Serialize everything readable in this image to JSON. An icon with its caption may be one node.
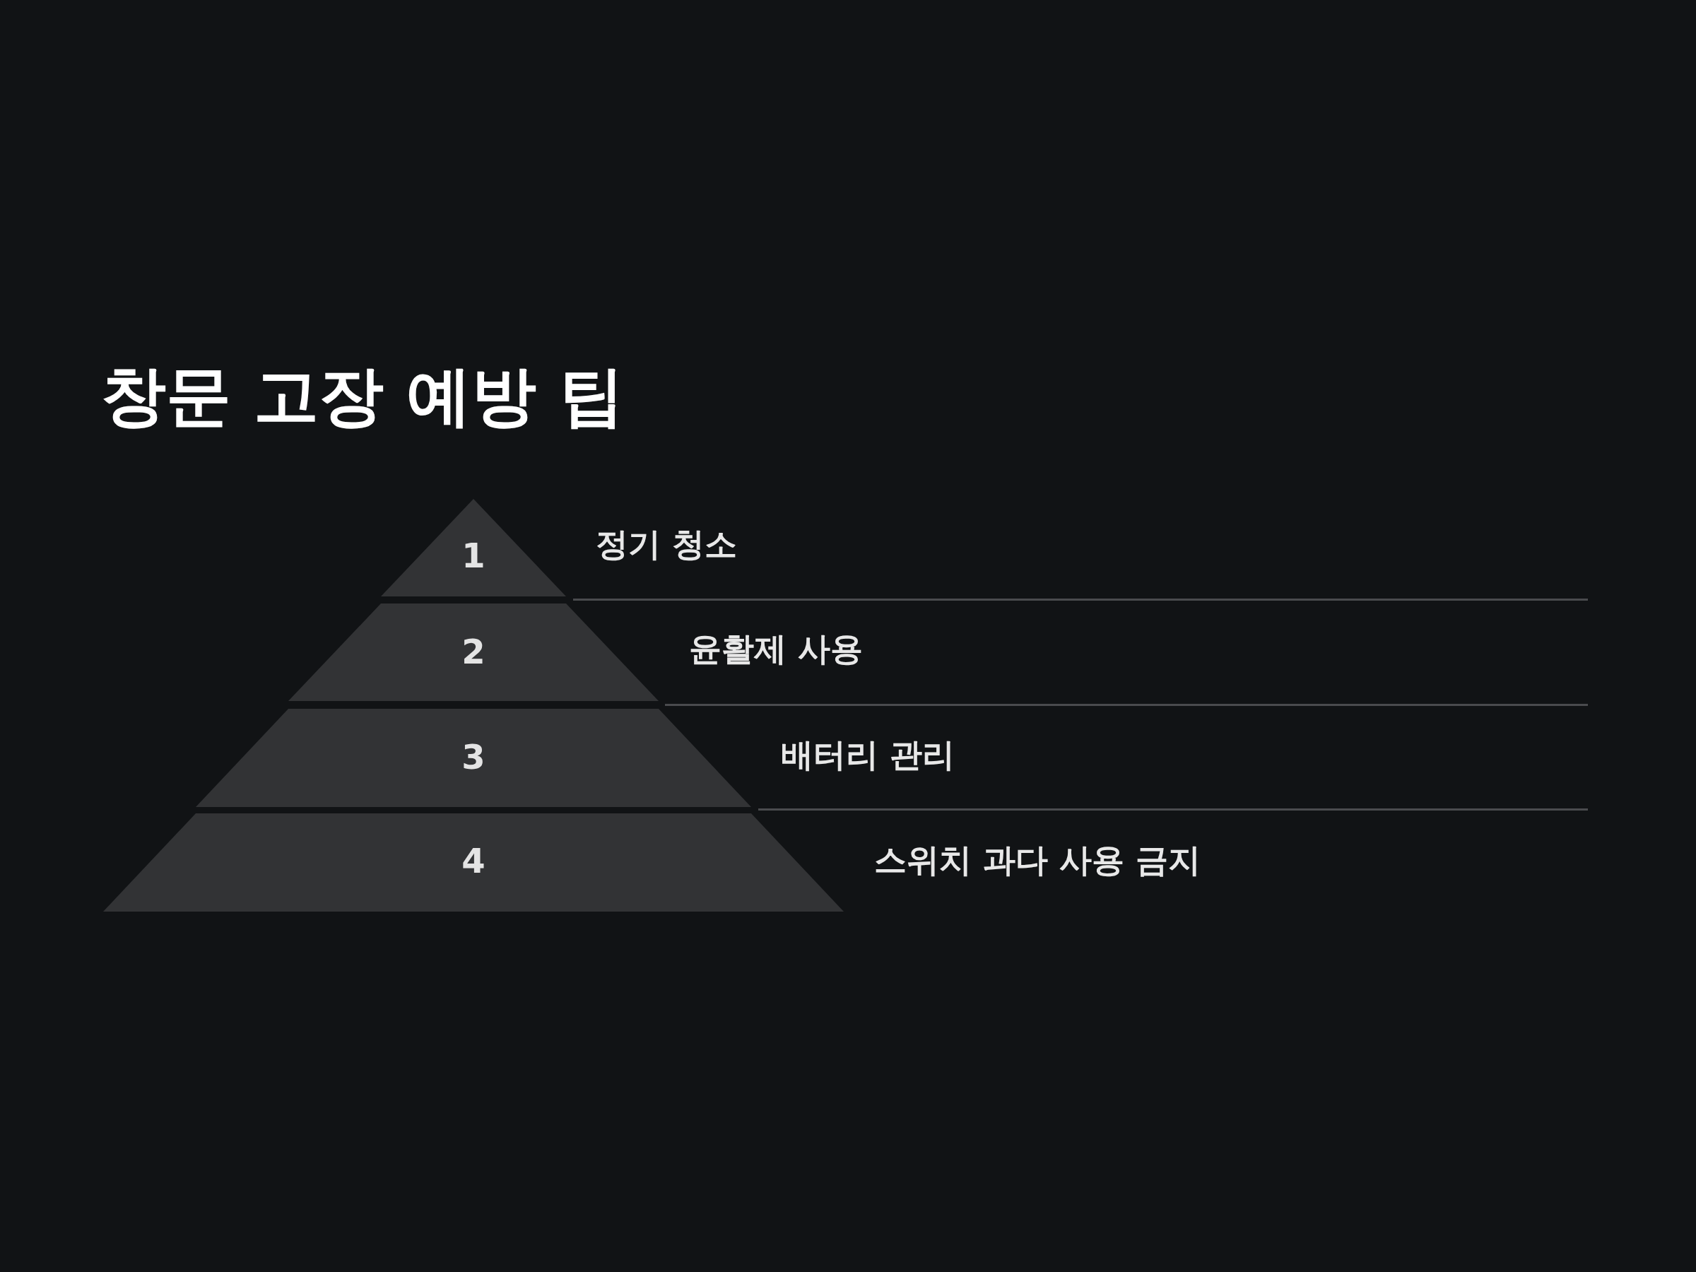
{
  "diagram": {
    "title": "창문 고장 예방 팁",
    "nodes": [
      {
        "text": [
          "1"
        ],
        "beside": [
          "정기 청소"
        ]
      },
      {
        "text": [
          "2"
        ],
        "beside": [
          "윤활제 사용"
        ]
      },
      {
        "text": [
          "3"
        ],
        "beside": [
          "배터리 관리"
        ]
      },
      {
        "text": [
          "4"
        ],
        "beside": [
          "스위치 과다 사용 금지"
        ]
      }
    ]
  }
}
